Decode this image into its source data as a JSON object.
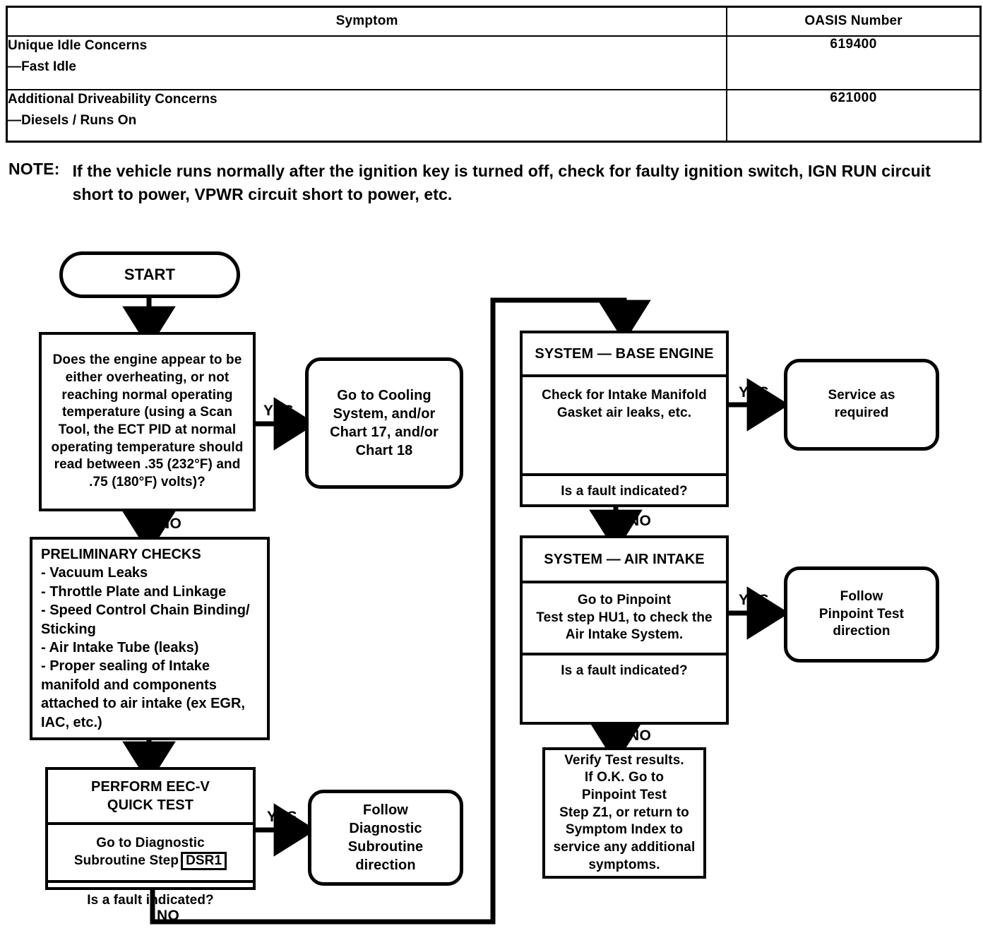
{
  "table": {
    "columns": [
      "Symptom",
      "OASIS Number"
    ],
    "rows": [
      {
        "heading": "Unique Idle Concerns",
        "item": "—Fast Idle",
        "oasis": "619400"
      },
      {
        "heading": "Additional Driveability Concerns",
        "item": "—Diesels / Runs On",
        "oasis": "621000"
      }
    ]
  },
  "note": {
    "label": "NOTE:",
    "text": "If the vehicle runs normally after the ignition key is turned off, check for faulty ignition switch, IGN RUN circuit short to power, VPWR circuit short to power, etc."
  },
  "flow": {
    "start": "START",
    "q_overheat": "Does the engine appear to be either overheating, or not reaching normal operating temperature (using a Scan Tool, the ECT PID at normal operating temperature should read between .35 (232°F) and .75 (180°F) volts)?",
    "cooling": "Go to Cooling System, and/or Chart 17, and/or Chart 18",
    "preliminary": {
      "title": "PRELIMINARY CHECKS",
      "items": [
        "- Vacuum Leaks",
        "- Throttle Plate and Linkage",
        "- Speed Control Chain Binding/\n  Sticking",
        "- Air Intake Tube (leaks)",
        "- Proper sealing of Intake\n  manifold and components\n  attached to air intake (ex EGR,\n  IAC, etc.)"
      ]
    },
    "quick_test": {
      "title": "PERFORM EEC-V\nQUICK TEST",
      "action_pre": "Go to Diagnostic",
      "action_line2": "Subroutine Step",
      "action_ref": "DSR1",
      "question": "Is a fault indicated?"
    },
    "follow_subroutine": "Follow\nDiagnostic\nSubroutine\ndirection",
    "base_engine": {
      "title": "SYSTEM — BASE ENGINE",
      "action": "Check for Intake Manifold Gasket air leaks, etc.",
      "question": "Is a fault indicated?"
    },
    "service_required": "Service as\nrequired",
    "air_intake": {
      "title": "SYSTEM — AIR INTAKE",
      "action": "Go to Pinpoint\nTest step HU1,  to check the\nAir Intake System.",
      "question": "Is a fault indicated?"
    },
    "follow_pinpoint": "Follow\nPinpoint Test\ndirection",
    "verify": "Verify Test results.\nIf O.K. Go to\nPinpoint Test\nStep Z1, or return to\nSymptom Index to\nservice any additional\nsymptoms.",
    "labels": {
      "yes1": "YES",
      "no1": "NO",
      "yes2": "YES",
      "no2": "NO",
      "yes3": "YES",
      "no3": "NO",
      "yes4": "YES",
      "no4": "NO"
    }
  },
  "colors": {
    "ink": "#000000",
    "paper": "#ffffff"
  }
}
